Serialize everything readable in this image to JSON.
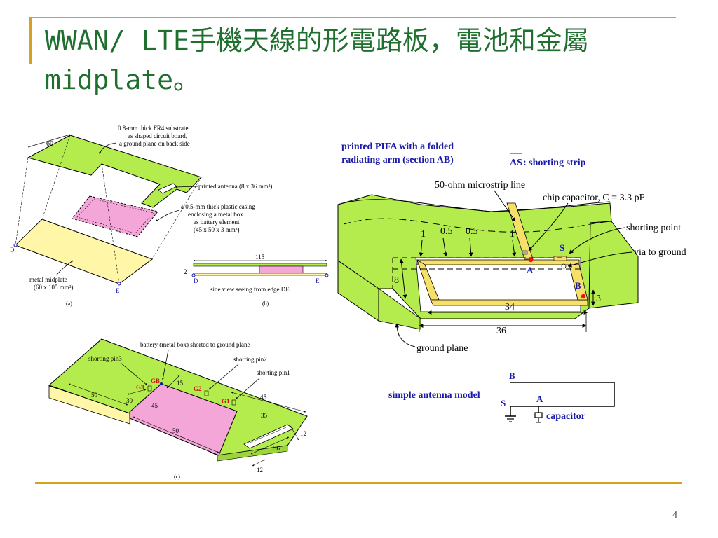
{
  "slide": {
    "title": "WWAN/ LTE手機天線的形電路板，電池和金屬midplate。",
    "page_number": "4"
  },
  "fig_a": {
    "substrate_note_1": "0.8-mm thick FR4 substrate",
    "substrate_note_2": "as shaped circuit board,",
    "substrate_note_3": "a ground plane on back side",
    "dim_60": "60",
    "antenna_note": "printed antenna (8 x 36 mm²)",
    "casing_note_1": "a 0.5-mm thick plastic casing",
    "casing_note_2": "enclosing a metal box",
    "casing_note_3": "as battery element",
    "casing_note_4": "(45 x 50 x 3 mm³)",
    "midplate_note_1": "metal midplate",
    "midplate_note_2": "(60 x 105 mm²)",
    "point_d": "D",
    "point_e": "E",
    "caption": "(a)"
  },
  "fig_b": {
    "dim_115": "115",
    "dim_2": "2",
    "point_d": "D",
    "point_e": "E",
    "note": "side view seeing from edge DE",
    "caption": "(b)"
  },
  "fig_c": {
    "battery_note": "battery (metal box) shorted to ground plane",
    "pin3": "shorting pin3",
    "pin2": "shorting pin2",
    "pin1": "shorting pin1",
    "gb": "GB",
    "g3": "G3",
    "g2": "G2",
    "g1": "G1",
    "d15": "15",
    "d50a": "50",
    "d30": "30",
    "d45a": "45",
    "d45b": "45",
    "d35": "35",
    "d50b": "50",
    "d36": "36",
    "d12a": "12",
    "d12b": "12",
    "caption": "(c)"
  },
  "fig_pifa": {
    "heading_1": "printed PIFA with a folded",
    "heading_2": "radiating arm (section AB)",
    "as_label": "AS",
    "as_rest": ": shorting strip",
    "microstrip": "50-ohm microstrip line",
    "capacitor": "chip capacitor, C = 3.3 pF",
    "shorting_point": "shorting point",
    "via": "via to ground",
    "ground_plane": "ground plane",
    "s": "S",
    "a": "A",
    "b": "B",
    "d1a": "1",
    "d05a": "0.5",
    "d05b": "0.5",
    "d1b": "1",
    "d8": "8",
    "d3": "3",
    "d34": "34",
    "d36": "36"
  },
  "model": {
    "title": "simple antenna model",
    "b": "B",
    "s": "S",
    "a": "A",
    "capacitor": "capacitor"
  },
  "colors": {
    "title": "#1f6f2f",
    "accent_rule": "#d6a020",
    "board_green": "#b3ec4c",
    "battery_pink": "#f5a6d8",
    "midplate_yellow": "#fff6a8",
    "strip_yellow": "#f7e06a",
    "blue_text": "#1a1aa8",
    "red_text": "#cc1111"
  }
}
